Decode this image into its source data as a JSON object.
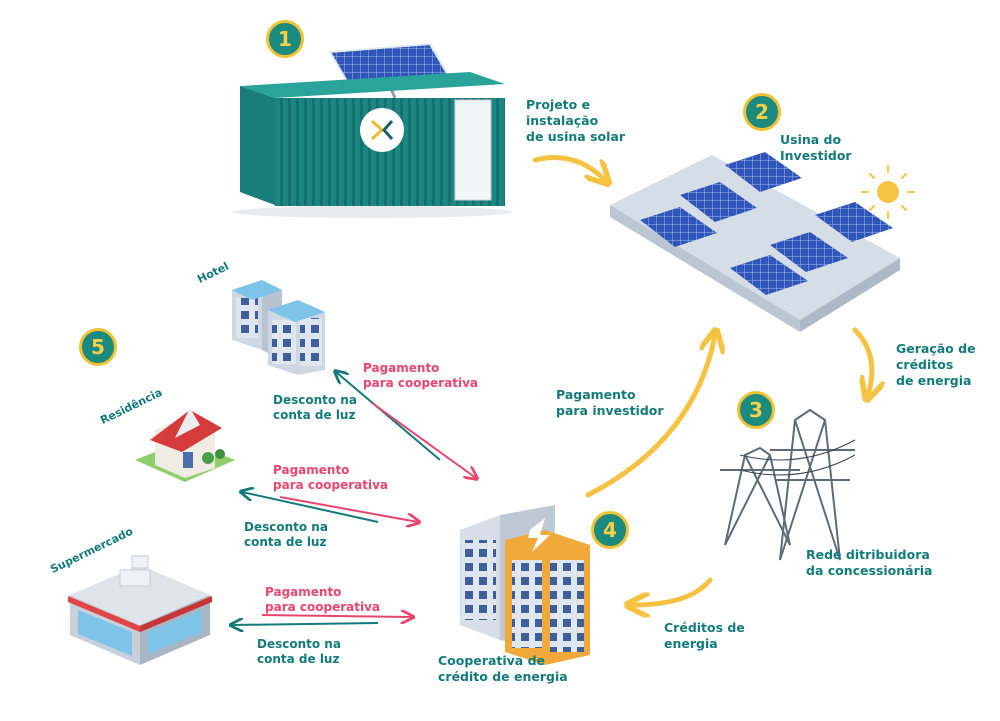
{
  "steps": [
    "1",
    "2",
    "3",
    "4",
    "5"
  ],
  "labels": {
    "projeto": "Projeto e\ninstalação\nde usina solar",
    "usina": "Usina do\nInvestidor",
    "geracao": "Geração de\ncréditos\nde energia",
    "rede": "Rede ditribuidora\nda concessionária",
    "creditos": "Créditos de\nenergia",
    "cooperativa": "Cooperativa de\ncrédito de energia",
    "pagamento_investidor": "Pagamento\npara investidor",
    "hotel": "Hotel",
    "residencia": "Residência",
    "supermercado": "Supermercado",
    "pagamento_coop_1": "Pagamento\npara cooperativa",
    "pagamento_coop_2": "Pagamento\npara cooperativa",
    "pagamento_coop_3": "Pagamento\npara cooperativa",
    "desconto_1": "Desconto na\nconta de luz",
    "desconto_2": "Desconto na\nconta de luz",
    "desconto_3": "Desconto na\nconta de luz"
  },
  "colors": {
    "teal": "#147b7b",
    "pink": "#e8466e",
    "yellow": "#f5c242",
    "badge": "#1b8a7f"
  }
}
